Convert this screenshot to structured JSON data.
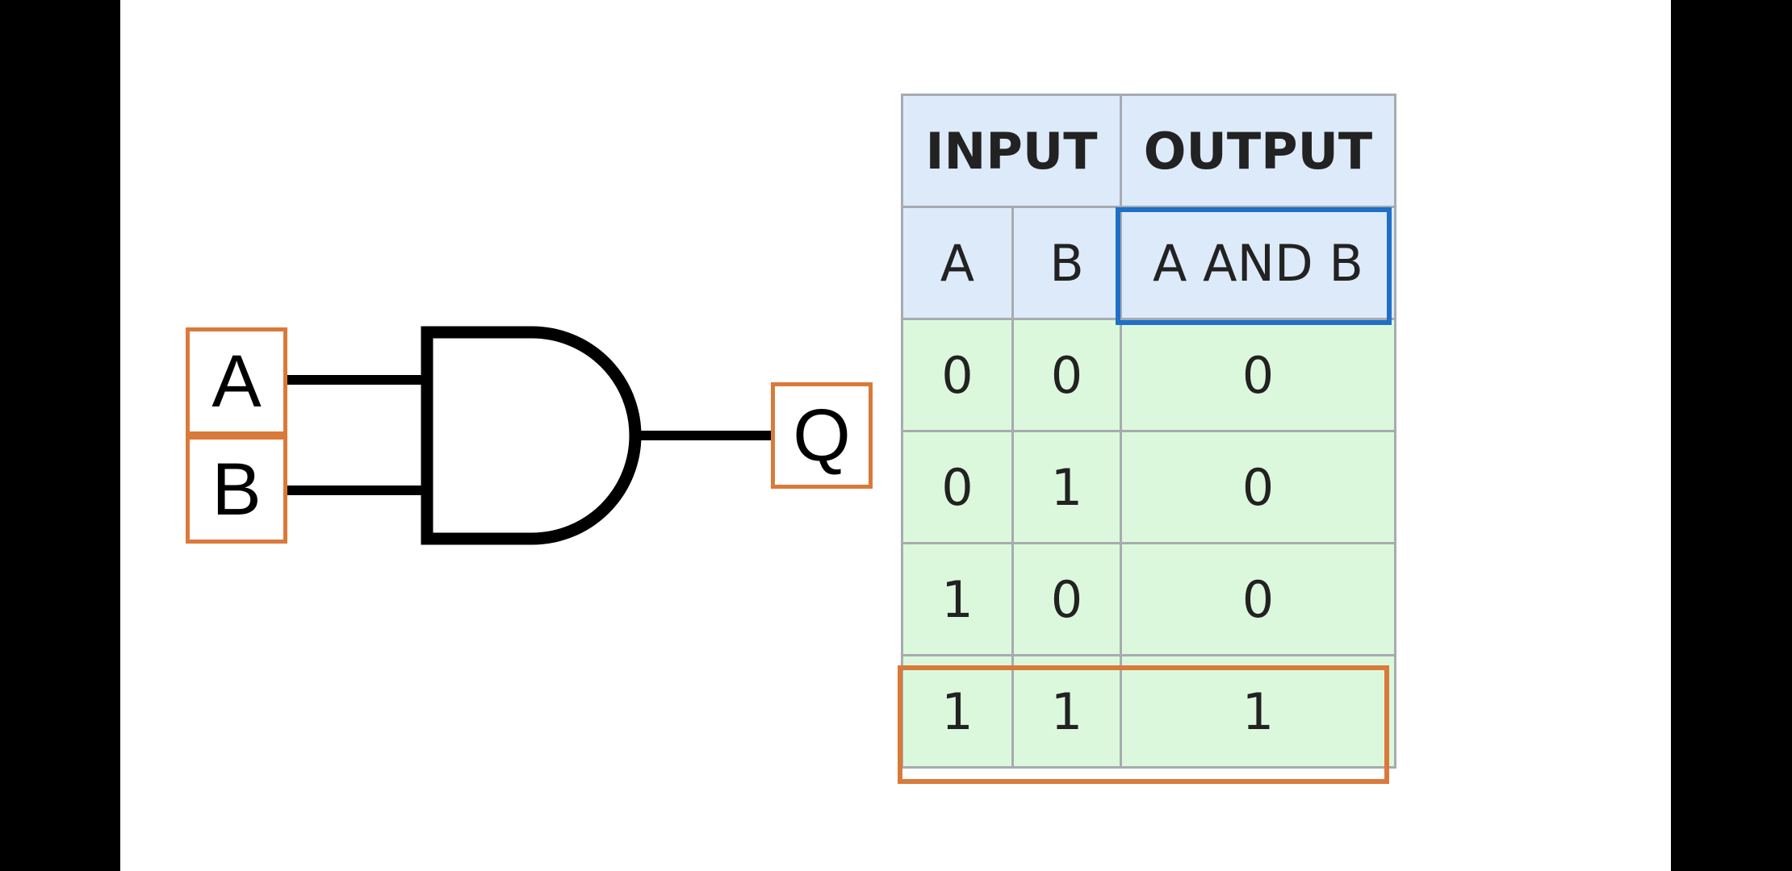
{
  "gate": {
    "input_a": "A",
    "input_b": "B",
    "output_q": "Q"
  },
  "truth_table": {
    "group_headers": [
      "INPUT",
      "OUTPUT"
    ],
    "col_headers": [
      "A",
      "B",
      "A AND B"
    ],
    "rows": [
      [
        "0",
        "0",
        "0"
      ],
      [
        "0",
        "1",
        "0"
      ],
      [
        "1",
        "0",
        "0"
      ],
      [
        "1",
        "1",
        "1"
      ]
    ]
  },
  "colors": {
    "highlight_orange": "#d97a3a",
    "highlight_blue": "#1f6fc6",
    "header_fill": "#ddeaf9",
    "body_fill": "#dcf8dc"
  }
}
